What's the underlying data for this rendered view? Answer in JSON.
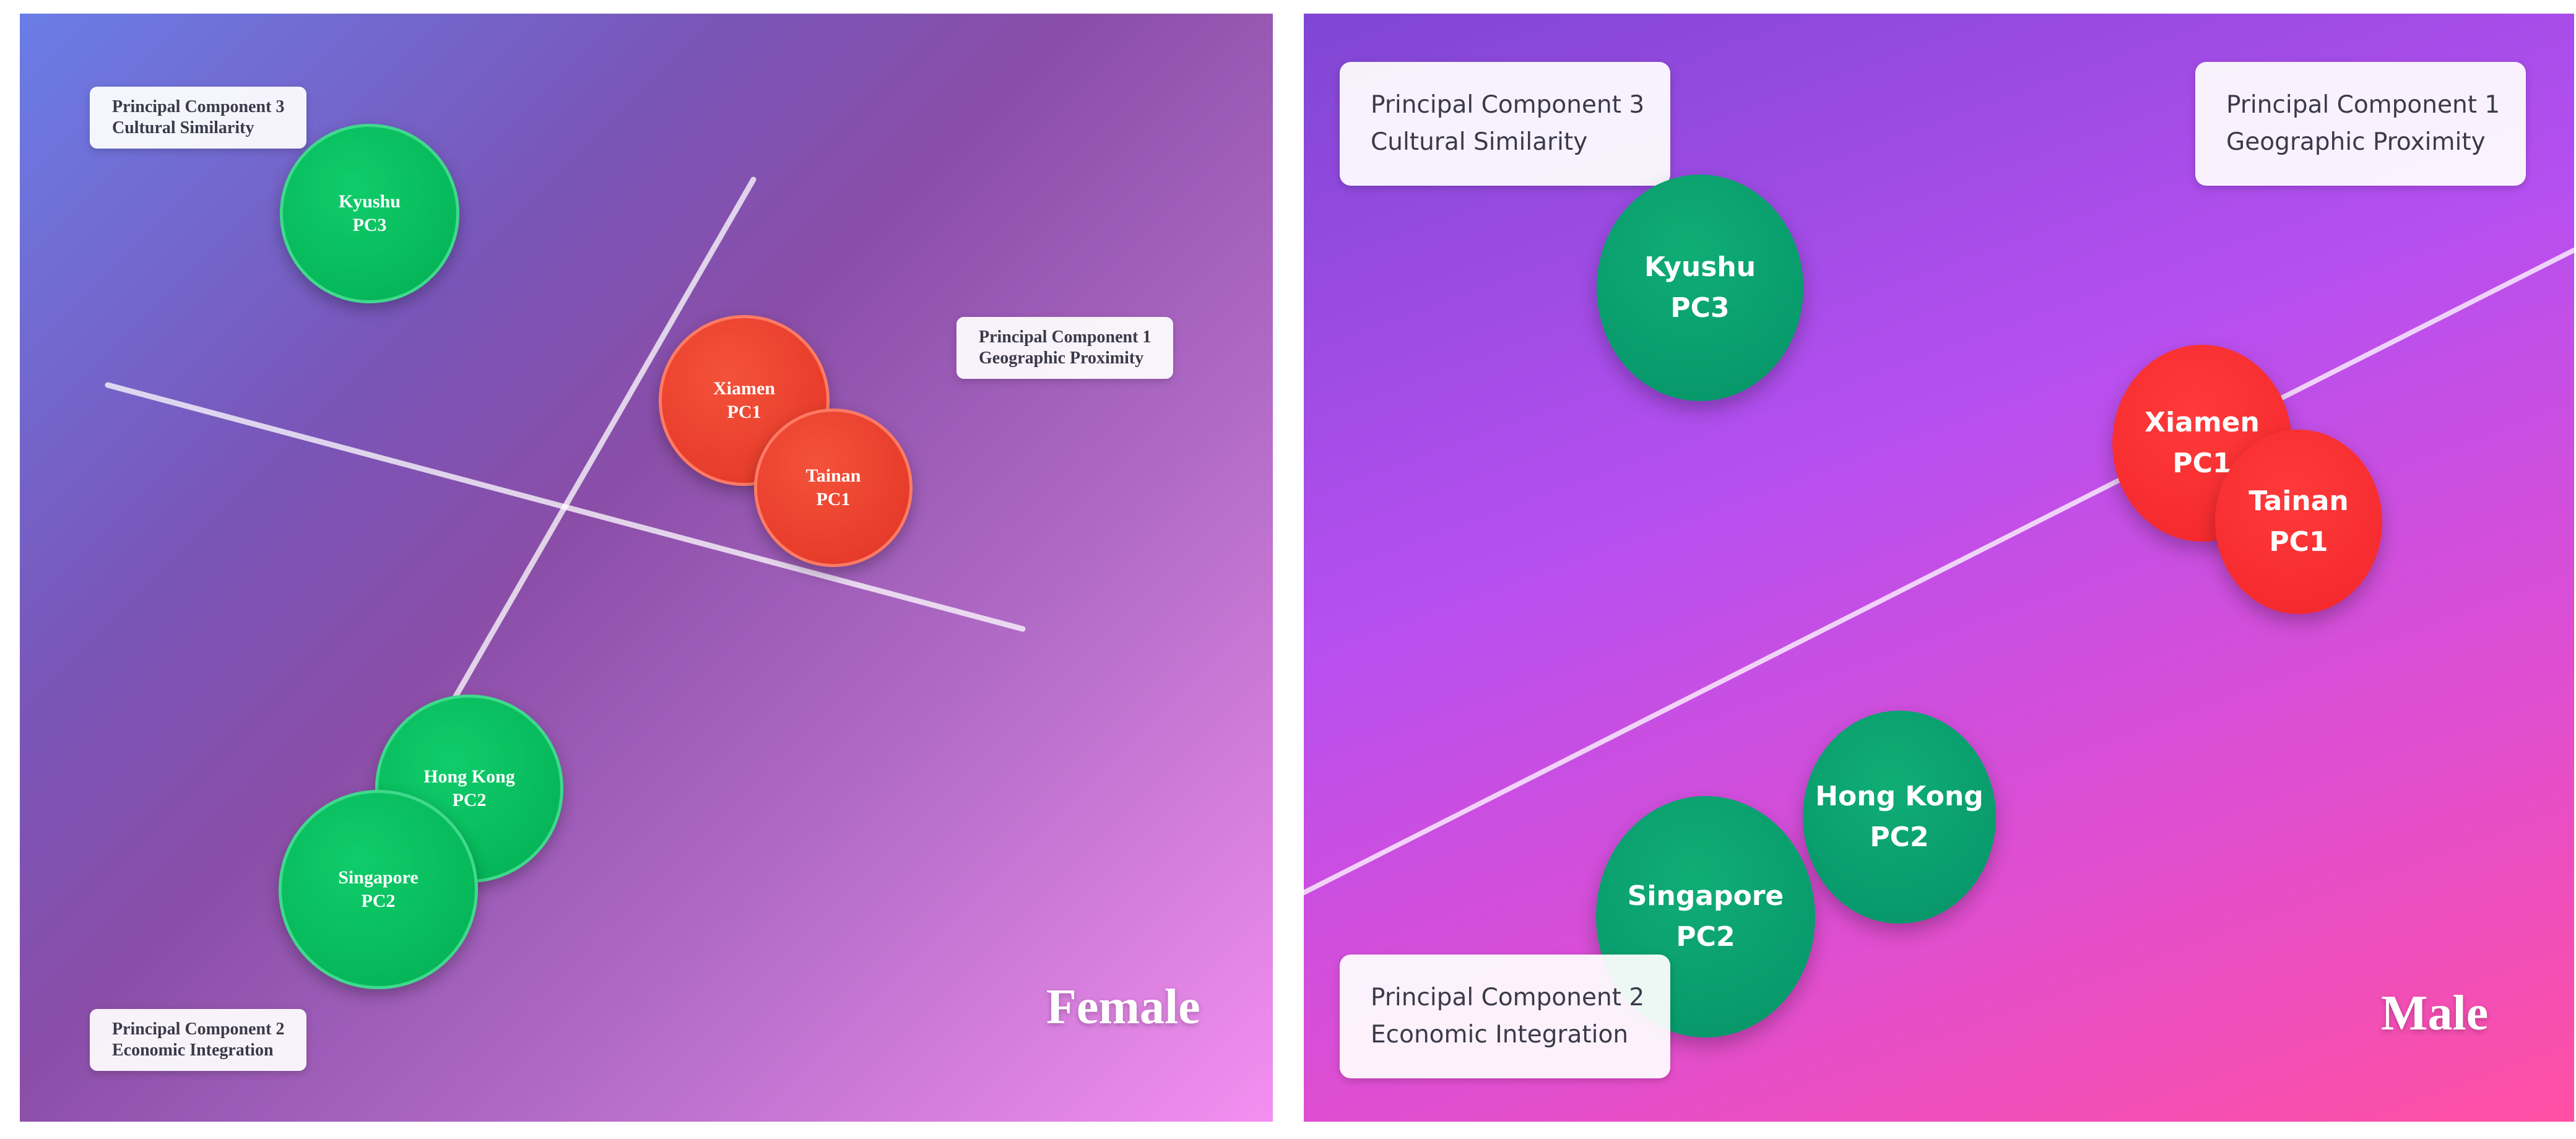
{
  "panels": [
    {
      "id": "female",
      "gender_label": "Female",
      "labels": [
        {
          "line1": "Principal Component 3",
          "line2": "Cultural Similarity"
        },
        {
          "line1": "Principal Component 1",
          "line2": "Geographic Proximity"
        },
        {
          "line1": "Principal Component 2",
          "line2": "Economic Integration"
        }
      ],
      "nodes": [
        {
          "name": "Kyushu",
          "component": "PC3",
          "color": "#06b85a"
        },
        {
          "name": "Xiamen",
          "component": "PC1",
          "color": "#e63b2a"
        },
        {
          "name": "Tainan",
          "component": "PC1",
          "color": "#e63b2a"
        },
        {
          "name": "Hong Kong",
          "component": "PC2",
          "color": "#06b85a"
        },
        {
          "name": "Singapore",
          "component": "PC2",
          "color": "#06b85a"
        }
      ]
    },
    {
      "id": "male",
      "gender_label": "Male",
      "labels": [
        {
          "line1": "Principal Component 3",
          "line2": "Cultural Similarity"
        },
        {
          "line1": "Principal Component 1",
          "line2": "Geographic Proximity"
        },
        {
          "line1": "Principal Component 2",
          "line2": "Economic Integration"
        }
      ],
      "nodes": [
        {
          "name": "Kyushu",
          "component": "PC3",
          "color": "#07986a"
        },
        {
          "name": "Xiamen",
          "component": "PC1",
          "color": "#f42a2e"
        },
        {
          "name": "Tainan",
          "component": "PC1",
          "color": "#f42a2e"
        },
        {
          "name": "Hong Kong",
          "component": "PC2",
          "color": "#07986a"
        },
        {
          "name": "Singapore",
          "component": "PC2",
          "color": "#07986a"
        }
      ]
    }
  ]
}
